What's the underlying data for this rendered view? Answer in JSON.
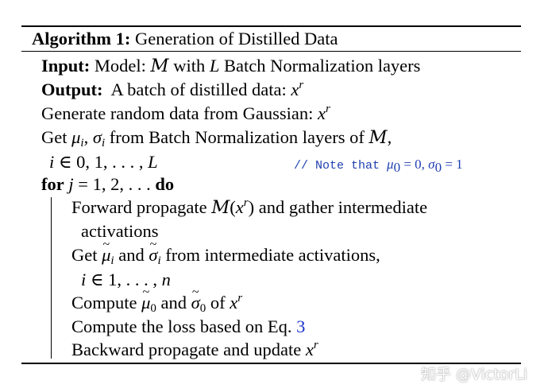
{
  "algorithm": {
    "label": "Algorithm 1:",
    "title": "Generation of Distilled Data",
    "input_label": "Input:",
    "input_text_a": "Model: ",
    "input_model_symbol": "M",
    "input_text_b": " with ",
    "input_L": "L",
    "input_text_c": " Batch Normalization layers",
    "output_label": "Output:",
    "output_text": "A batch of distilled data: ",
    "output_x": "x",
    "output_sup": "r",
    "line_gen_text": "Generate random data from Gaussian: ",
    "line_gen_x": "x",
    "line_gen_sup": "r",
    "line_get_text_a": "Get ",
    "line_get_mu": "μ",
    "line_get_i1": "i",
    "line_get_comma": ", ",
    "line_get_sigma": "σ",
    "line_get_i2": "i",
    "line_get_text_b": " from Batch Normalization layers of ",
    "line_get_M": "M",
    "line_get_end": ",",
    "range1_i": "i",
    "range1_rest": " ∈ 0,  1,  . . . ,  ",
    "range1_L": "L",
    "note_prefix": "// Note that ",
    "note_mu": "μ",
    "note_sub0a": "0",
    "note_eq1": " = 0,  ",
    "note_sigma": "σ",
    "note_sub0b": "0",
    "note_eq2": " = 1",
    "for_kw": "for",
    "for_j": "j",
    "for_rest": " = 1, 2, . . . ",
    "do_kw": "do",
    "fwd_text_a": "Forward propagate ",
    "fwd_M": "M",
    "fwd_paren_open": "(",
    "fwd_x": "x",
    "fwd_sup": "r",
    "fwd_paren_close": ")",
    "fwd_text_b": " and gather intermediate",
    "fwd_text_c": "activations",
    "get2_text_a": "Get ",
    "get2_mu": "μ",
    "get2_i1": "i",
    "get2_and": " and ",
    "get2_sigma": "σ",
    "get2_i2": "i",
    "get2_text_b": " from intermediate activations,",
    "range2_i": "i",
    "range2_rest": " ∈ 1,  . . . ,  ",
    "range2_n": "n",
    "compute1_text": "Compute ",
    "compute1_mu": "μ",
    "compute1_sub": "0",
    "compute1_and": " and ",
    "compute1_sigma": "σ",
    "compute1_sub2": "0",
    "compute1_of": " of ",
    "compute1_x": "x",
    "compute1_sup": "r",
    "compute2_text": "Compute the loss based on Eq. ",
    "compute2_ref": "3",
    "back_text": "Backward propagate and update ",
    "back_x": "x",
    "back_sup": "r"
  },
  "watermark": {
    "text": "知乎 @VictorLi"
  }
}
